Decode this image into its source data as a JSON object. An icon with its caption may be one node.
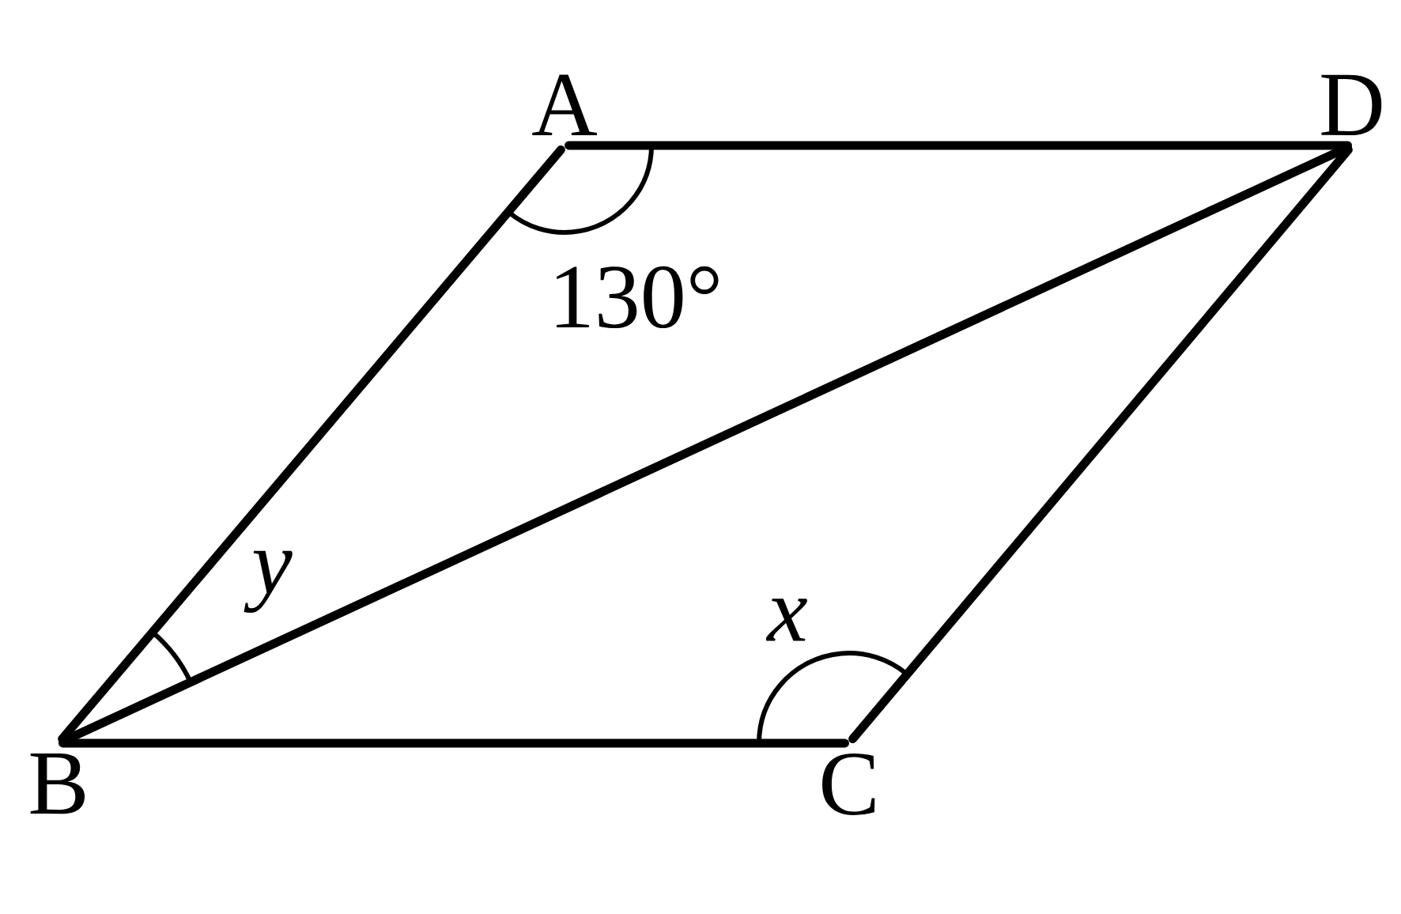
{
  "diagram": {
    "nodes": [
      {
        "text": [
          "A"
        ]
      },
      {
        "text": [
          "D"
        ]
      },
      {
        "text": [
          "B"
        ]
      },
      {
        "text": [
          "C"
        ]
      }
    ],
    "edges": [
      {
        "from": 0,
        "to": 1,
        "arrow": "none"
      },
      {
        "from": 0,
        "to": 2,
        "arrow": "none"
      },
      {
        "from": 2,
        "to": 1,
        "arrow": "none"
      },
      {
        "from": 2,
        "to": 3,
        "arrow": "none"
      },
      {
        "from": 3,
        "to": 1,
        "arrow": "none"
      }
    ],
    "labels": [
      "130°",
      "*y*",
      "*x*"
    ]
  }
}
